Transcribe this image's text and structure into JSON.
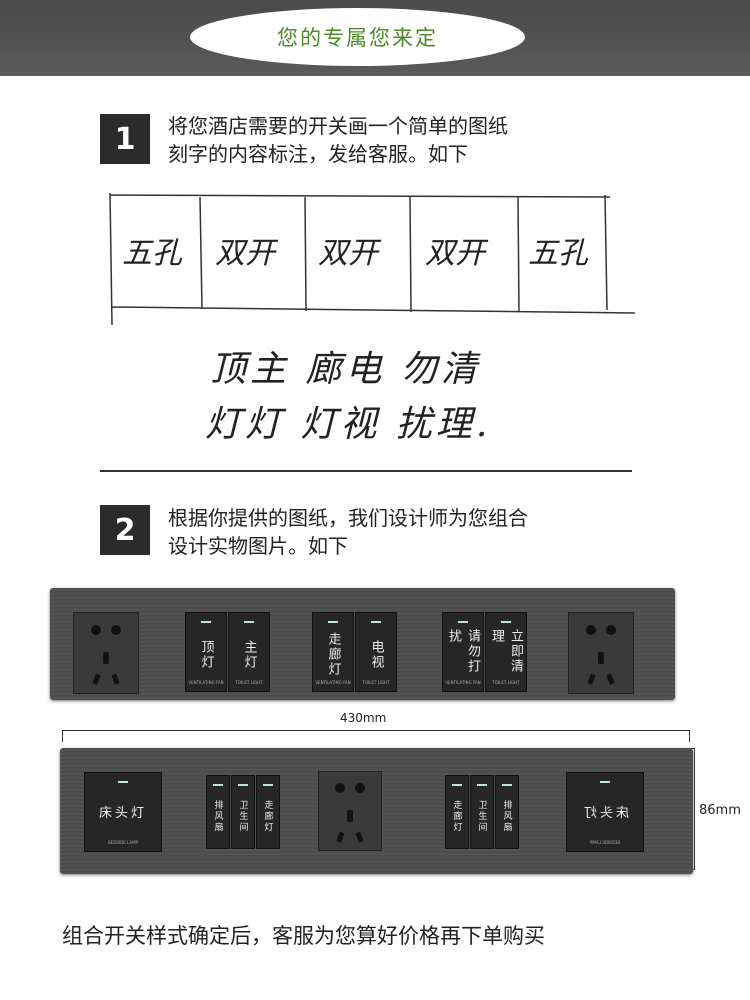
{
  "header": {
    "title": "您的专属您来定"
  },
  "step1": {
    "number": "1",
    "line1": "将您酒店需要的开关画一个简单的图纸",
    "line2": "刻字的内容标注，发给客服。如下"
  },
  "sketch": {
    "cells": [
      "五孔",
      "双开",
      "双开",
      "双开",
      "五孔"
    ],
    "notes_line1": "顶主 廊电 勿清",
    "notes_line2": "灯灯 灯视 扰理."
  },
  "step2": {
    "number": "2",
    "line1": "根据你提供的图纸，我们设计师为您组合",
    "line2": "设计实物图片。如下"
  },
  "panel1": {
    "switches": [
      {
        "label": "顶灯",
        "sub": "VENTILATING FAN"
      },
      {
        "label": "主灯",
        "sub": "TOILET LIGHT"
      },
      {
        "label": "走廊灯",
        "sub": "VENTILATING FAN"
      },
      {
        "label": "电视",
        "sub": "TOILET LIGHT"
      },
      {
        "label": "请勿打扰",
        "sub": "VENTILATING FAN"
      },
      {
        "label": "立即清理",
        "sub": "TOILET LIGHT"
      }
    ]
  },
  "panel2": {
    "width_label": "430mm",
    "height_label": "86mm",
    "left_big": {
      "label": "床头灯",
      "sub": "BEDSIDE LAMP"
    },
    "left_triple": [
      "排风扇",
      "卫生间",
      "走廊灯"
    ],
    "right_triple": [
      "走廊灯",
      "卫生间",
      "排风扇"
    ],
    "right_big": {
      "label": "床头灯",
      "sub": "BEDSIDE LAMP"
    }
  },
  "footer": {
    "text": "组合开关样式确定后，客服为您算好价格再下单购买"
  }
}
